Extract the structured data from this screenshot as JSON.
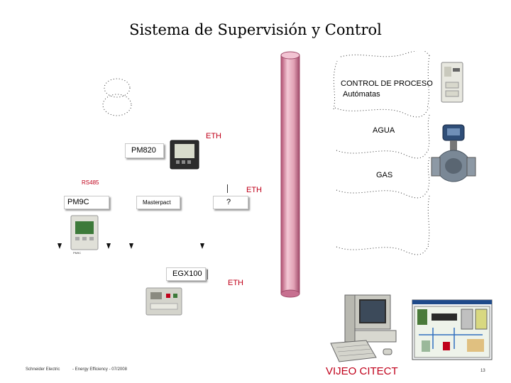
{
  "title": "Sistema de Supervisión y Control",
  "labels": {
    "control_proceso": "CONTROL DE PROCESO",
    "automatas": "Autómatas",
    "agua": "AGUA",
    "gas": "GAS",
    "eth_top": "ETH",
    "eth_mid": "ETH",
    "eth_bottom": "ETH",
    "rs485": "RS485",
    "pm820": "PM820",
    "pm9c": "PM9C",
    "masterpact": "Masterpact",
    "question": "?",
    "egx100": "EGX100",
    "vijeo": "VIJEO CITECT",
    "footer_left": "Schneider Electric",
    "footer_mid": "- Energy Efficiency - 07/2008",
    "page_num": "13",
    "pm9c_caption": "PM9C"
  },
  "colors": {
    "accent_red": "#c0001a",
    "bus_pink": "#e3a3b5",
    "bus_edge": "#a04a6a"
  }
}
